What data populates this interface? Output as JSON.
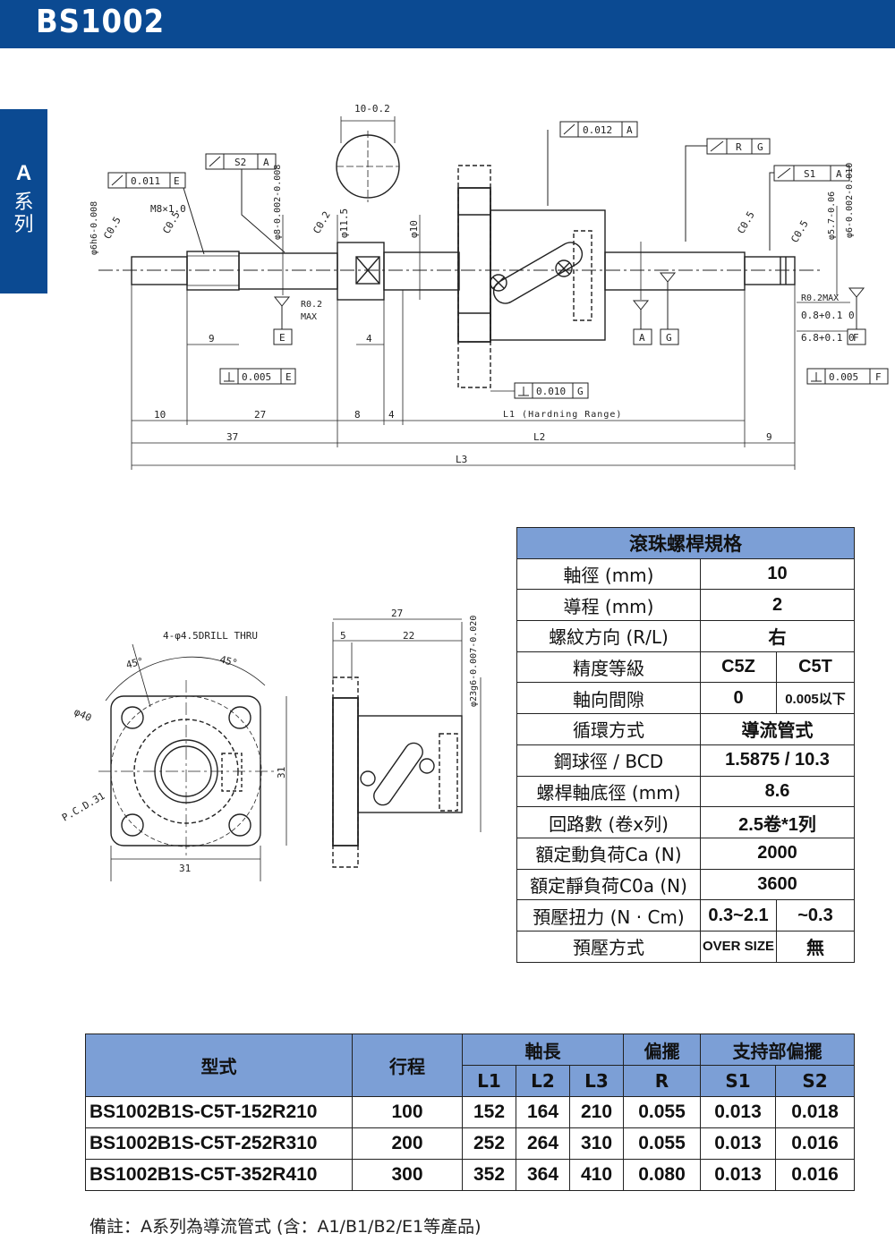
{
  "header": {
    "title": "BS1002"
  },
  "side_tab": {
    "letter": "A",
    "series": "系列"
  },
  "drawing": {
    "tolerances": {
      "s2_a": [
        "S2",
        "A"
      ],
      "d011_e": [
        "0.011",
        "E"
      ],
      "d012_a": [
        "0.012",
        "A"
      ],
      "r_g": [
        "R",
        "G"
      ],
      "s1_a": [
        "S1",
        "A"
      ],
      "perp005_e": [
        "0.005",
        "E"
      ],
      "perp010_g": [
        "0.010",
        "G"
      ],
      "perp005_f": [
        "0.005",
        "F"
      ]
    },
    "labels": {
      "dim_top": "10-0.2",
      "thread": "M8×1.0",
      "c05": "C0.5",
      "c02": "C0.2",
      "phi6h6": "φ6h6-0.008",
      "phi8": "φ8-0.002-0.008",
      "phi115": "φ11.5",
      "phi10": "φ10",
      "phi57": "φ5.7-0.06",
      "phi6": "φ6-0.002-0.010",
      "r02max": "R0.2",
      "max": "MAX",
      "r02max_right": "R0.2MAX",
      "d08": "0.8+0.1 0",
      "d68": "6.8+0.1 0",
      "datum_e": "E",
      "datum_a": "A",
      "datum_g": "G",
      "datum_f": "F"
    },
    "dims": {
      "d9": "9",
      "d4": "4",
      "d10": "10",
      "d27": "27",
      "d8": "8",
      "d4b": "4",
      "l1": "L1 (Hardning Range)",
      "d37": "37",
      "l2": "L2",
      "d9r": "9",
      "l3": "L3"
    },
    "flange": {
      "drill": "4-φ4.5DRILL THRU",
      "ang1": "45°",
      "ang2": "45°",
      "phi40": "φ40",
      "pcd": "P.C.D.31",
      "w31": "31",
      "h31": "31",
      "d27": "27",
      "d5": "5",
      "d22": "22",
      "phi23": "φ23g6-0.007-0.020"
    }
  },
  "spec": {
    "title": "滾珠螺桿規格",
    "rows": [
      {
        "label": "軸徑 (mm)",
        "values": [
          "10"
        ]
      },
      {
        "label": "導程 (mm)",
        "values": [
          "2"
        ]
      },
      {
        "label": "螺紋方向 (R/L)",
        "values": [
          "右"
        ]
      },
      {
        "label": "精度等級",
        "values": [
          "C5Z",
          "C5T"
        ]
      },
      {
        "label": "軸向間隙",
        "values": [
          "0",
          "0.005以下"
        ]
      },
      {
        "label": "循環方式",
        "values": [
          "導流管式"
        ]
      },
      {
        "label": "鋼球徑 / BCD",
        "values": [
          "1.5875 / 10.3"
        ]
      },
      {
        "label": "螺桿軸底徑 (mm)",
        "values": [
          "8.6"
        ]
      },
      {
        "label": "回路數 (卷x列)",
        "values": [
          "2.5卷*1列"
        ]
      },
      {
        "label": "額定動負荷Ca (N)",
        "values": [
          "2000"
        ]
      },
      {
        "label": "額定靜負荷C0a (N)",
        "values": [
          "3600"
        ]
      },
      {
        "label": "預壓扭力 (N · Cm)",
        "values": [
          "0.3~2.1",
          "~0.3"
        ]
      },
      {
        "label": "預壓方式",
        "values": [
          "OVER SIZE",
          "無"
        ]
      }
    ]
  },
  "models": {
    "headers": {
      "model": "型式",
      "stroke": "行程",
      "length": "軸長",
      "runout": "偏擺",
      "support": "支持部偏擺",
      "l1": "L1",
      "l2": "L2",
      "l3": "L3",
      "r": "R",
      "s1": "S1",
      "s2": "S2"
    },
    "rows": [
      {
        "model": "BS1002B1S-C5T-152R210",
        "stroke": "100",
        "l1": "152",
        "l2": "164",
        "l3": "210",
        "r": "0.055",
        "s1": "0.013",
        "s2": "0.018"
      },
      {
        "model": "BS1002B1S-C5T-252R310",
        "stroke": "200",
        "l1": "252",
        "l2": "264",
        "l3": "310",
        "r": "0.055",
        "s1": "0.013",
        "s2": "0.016"
      },
      {
        "model": "BS1002B1S-C5T-352R410",
        "stroke": "300",
        "l1": "352",
        "l2": "364",
        "l3": "410",
        "r": "0.080",
        "s1": "0.013",
        "s2": "0.016"
      }
    ]
  },
  "note": "備註：A系列為導流管式 (含：A1/B1/B2/E1等產品)"
}
